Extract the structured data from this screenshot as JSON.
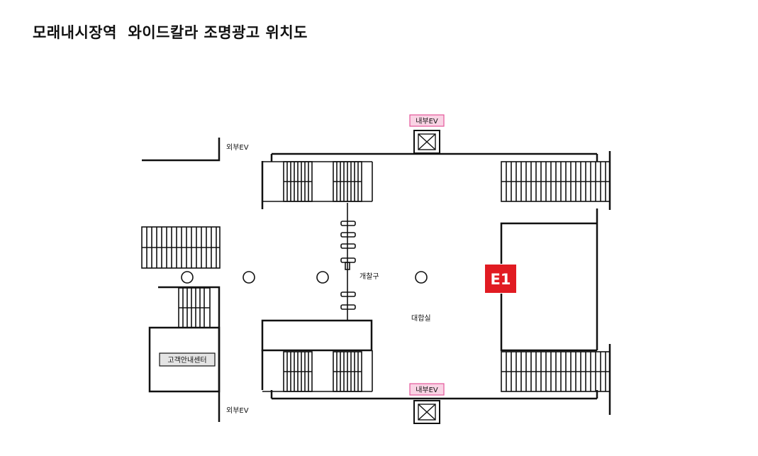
{
  "title": "모래내시장역  와이드칼라 조명광고 위치도",
  "labels": {
    "outer_ev_top": "외부EV",
    "outer_ev_bottom": "외부EV",
    "inner_ev_top": "내부EV",
    "inner_ev_bottom": "내부EV",
    "gate": "개찰구",
    "concourse": "대합실",
    "customer_center": "고객안내센터",
    "ad_marker": "E1"
  },
  "colors": {
    "ad_marker": "#e11b22",
    "ev_badge_fill": "#f9d3e4",
    "ev_badge_border": "#e4579a",
    "line": "#111111",
    "customer_center_fill": "#e4e4e4"
  },
  "icons": {
    "elevator": "elevator-icon",
    "pillar": "pillar-icon",
    "stairs": "stairs-icon"
  }
}
